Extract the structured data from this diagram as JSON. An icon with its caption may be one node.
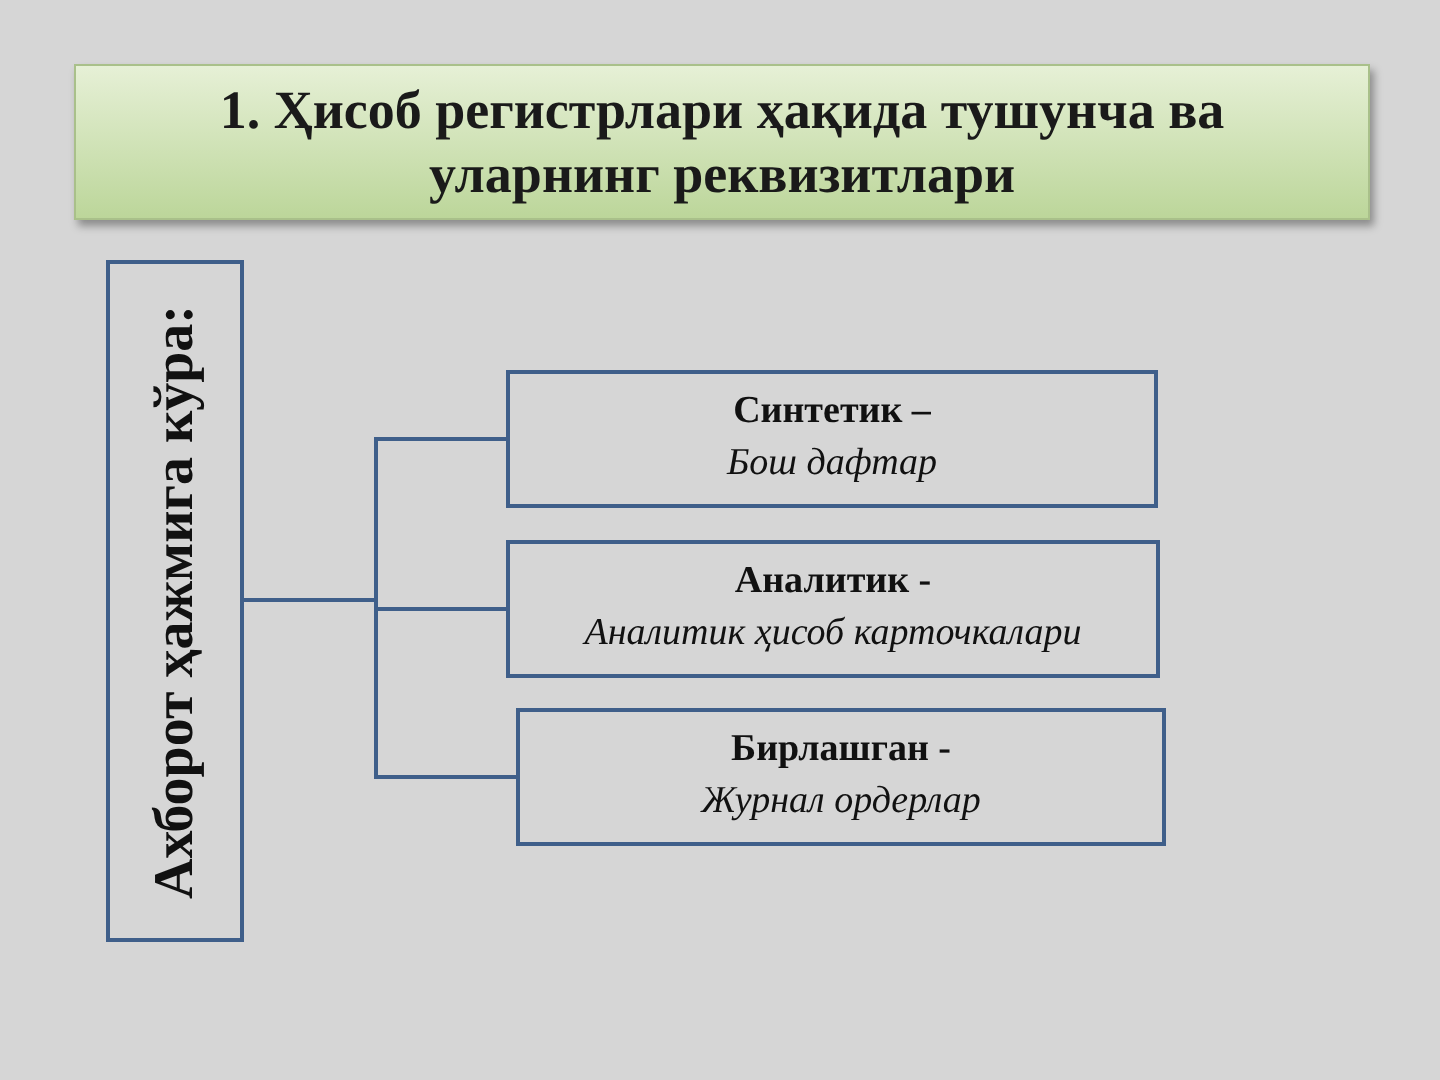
{
  "diagram": {
    "title": "1. Ҳисоб регистрлари ҳақида тушунча ва уларнинг реквизитлари",
    "nodes": [
      {
        "text": [
          "Ахборот ҳажмига кўра:"
        ]
      },
      {
        "text": [
          "Синтетик –",
          "Бош дафтар"
        ]
      },
      {
        "text": [
          "Аналитик -",
          "Аналитик ҳисоб карточкалари"
        ]
      },
      {
        "text": [
          "Бирлашган -",
          "Журнал ордерлар"
        ]
      }
    ],
    "edges": [
      {
        "from": 0,
        "to": 1,
        "arrow": "none"
      },
      {
        "from": 0,
        "to": 2,
        "arrow": "none"
      },
      {
        "from": 0,
        "to": 3,
        "arrow": "none"
      }
    ]
  }
}
